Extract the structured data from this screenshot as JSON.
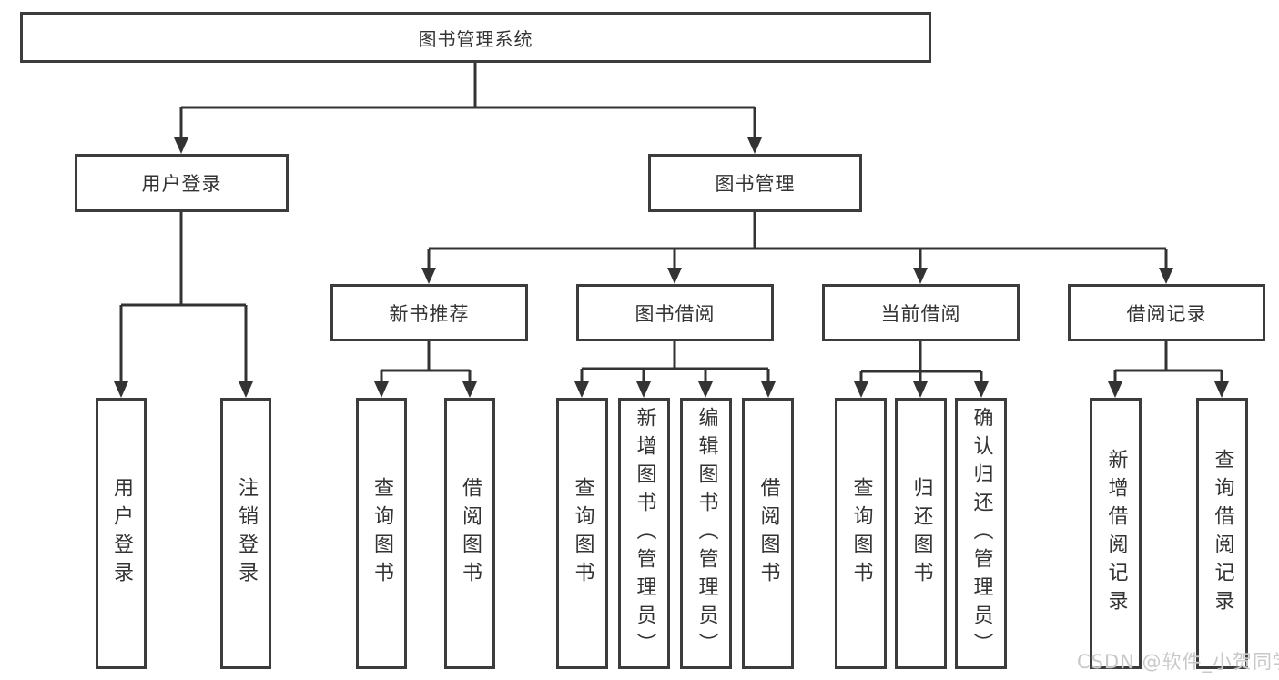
{
  "nodes": {
    "root": "图书管理系统",
    "user_login": "用户登录",
    "book_management": "图书管理",
    "new_book_recommend": "新书推荐",
    "book_borrow": "图书借阅",
    "current_borrow": "当前借阅",
    "borrow_record": "借阅记录",
    "leaf_user_login": "用户登录",
    "leaf_logout": "注销登录",
    "leaf_recommend_query": "查询图书",
    "leaf_recommend_borrow": "借阅图书",
    "leaf_borrow_query": "查询图书",
    "leaf_borrow_add": "新增图书（管理员）",
    "leaf_borrow_edit": "编辑图书（管理员）",
    "leaf_borrow_borrow": "借阅图书",
    "leaf_current_query": "查询图书",
    "leaf_current_return": "归还图书",
    "leaf_current_confirm": "确认归还（管理员）",
    "leaf_record_add": "新增借阅记录",
    "leaf_record_query": "查询借阅记录"
  },
  "watermark": "CSDN @软件_小贺同学",
  "colors": {
    "line": "#333333",
    "box_border": "#3c3c3c",
    "text": "#333333",
    "watermark": "#c8c8c8",
    "background": "#ffffff"
  }
}
